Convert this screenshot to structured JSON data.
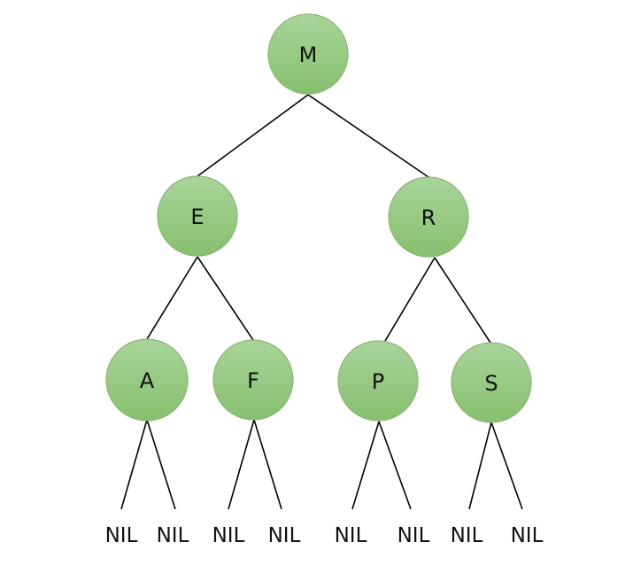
{
  "diagram": {
    "type": "binary-search-tree",
    "colors": {
      "node_fill_top": "#a9d49a",
      "node_fill_bottom": "#86c06f",
      "node_stroke": "#8fb67a",
      "edge": "#000000",
      "text": "#111111"
    },
    "nodes": [
      {
        "id": "M",
        "label": "M",
        "parent": null
      },
      {
        "id": "E",
        "label": "E",
        "parent": "M"
      },
      {
        "id": "R",
        "label": "R",
        "parent": "M"
      },
      {
        "id": "A",
        "label": "A",
        "parent": "E"
      },
      {
        "id": "F",
        "label": "F",
        "parent": "E"
      },
      {
        "id": "P",
        "label": "P",
        "parent": "R"
      },
      {
        "id": "S",
        "label": "S",
        "parent": "R"
      }
    ],
    "nil_leaves": [
      {
        "parent": "A",
        "label": "NIL"
      },
      {
        "parent": "A",
        "label": "NIL"
      },
      {
        "parent": "F",
        "label": "NIL"
      },
      {
        "parent": "F",
        "label": "NIL"
      },
      {
        "parent": "P",
        "label": "NIL"
      },
      {
        "parent": "P",
        "label": "NIL"
      },
      {
        "parent": "S",
        "label": "NIL"
      },
      {
        "parent": "S",
        "label": "NIL"
      }
    ]
  }
}
